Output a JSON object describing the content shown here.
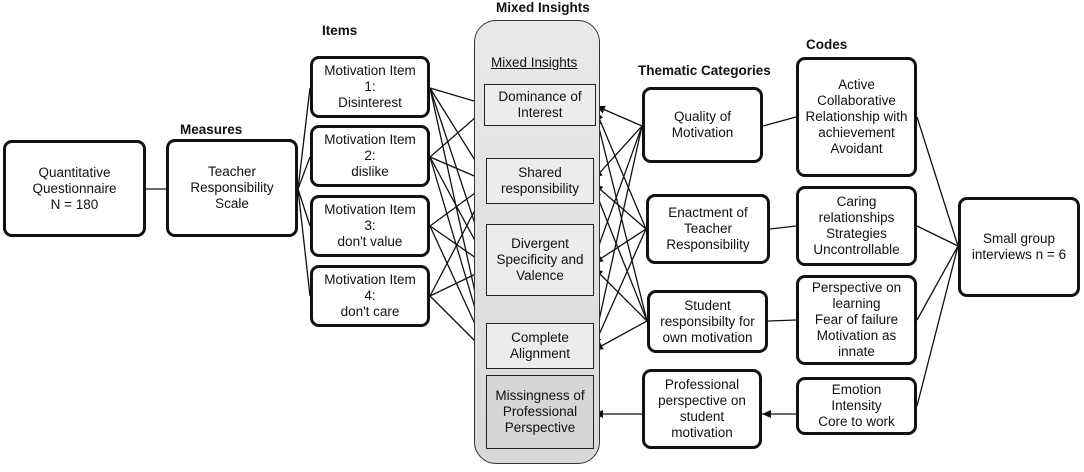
{
  "headers": {
    "measures": "Measures",
    "items": "Items",
    "mixed_insights": "Mixed Insights",
    "thematic_categories": "Thematic Categories",
    "codes": "Codes"
  },
  "quantitative": "Quantitative\nQuestionnaire\nN = 180",
  "measure": "Teacher\nResponsibility\nScale",
  "items": [
    "Motivation Item 1:\nDisinterest",
    "Motivation Item 2:\ndislike",
    "Motivation Item 3:\ndon't value",
    "Motivation Item 4:\ndon't care"
  ],
  "mixed_panel_label": "Mixed Insights",
  "insights": [
    "Dominance of\nInterest",
    "Shared\nresponsibility",
    "Divergent\nSpecificity and\nValence",
    "Complete\nAlignment",
    "Missingness of\nProfessional\nPerspective"
  ],
  "themes": [
    "Quality of\nMotivation",
    "Enactment of\nTeacher\nResponsibility",
    "Student\nresponsibilty for\nown motivation",
    "Professional\nperspective on\nstudent\nmotivation"
  ],
  "codes": [
    "Active\nCollaborative\nRelationship with\nachievement\nAvoidant",
    "Caring\nrelationships\nStrategies\nUncontrollable",
    "Perspective on\nlearning\nFear of failure\nMotivation as\ninnate",
    "Emotion\nIntensity\nCore to work"
  ],
  "interviews": "Small group\ninterviews n = 6"
}
